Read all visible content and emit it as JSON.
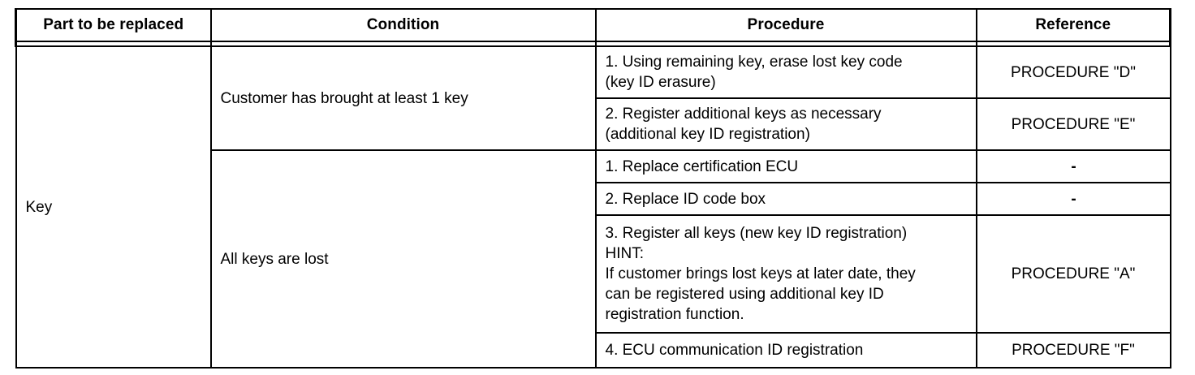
{
  "table": {
    "headers": [
      "Part to be replaced",
      "Condition",
      "Procedure",
      "Reference"
    ],
    "part": "Key",
    "conditions": [
      "Customer has brought at least 1 key",
      "All keys are lost"
    ],
    "rows": [
      {
        "procedure": "1. Using remaining key, erase lost key code\n(key ID erasure)",
        "reference": "PROCEDURE \"D\""
      },
      {
        "procedure": "2. Register additional keys as necessary\n(additional key ID registration)",
        "reference": "PROCEDURE \"E\""
      },
      {
        "procedure": "1. Replace certification ECU",
        "reference": "-"
      },
      {
        "procedure": "2. Replace ID code box",
        "reference": "-"
      },
      {
        "procedure": "3. Register all keys (new key ID registration)\nHINT:\nIf customer brings lost keys at later date, they\ncan be registered using additional key ID\nregistration function.",
        "reference": "PROCEDURE \"A\""
      },
      {
        "procedure": "4. ECU communication ID registration",
        "reference": "PROCEDURE \"F\""
      }
    ]
  }
}
